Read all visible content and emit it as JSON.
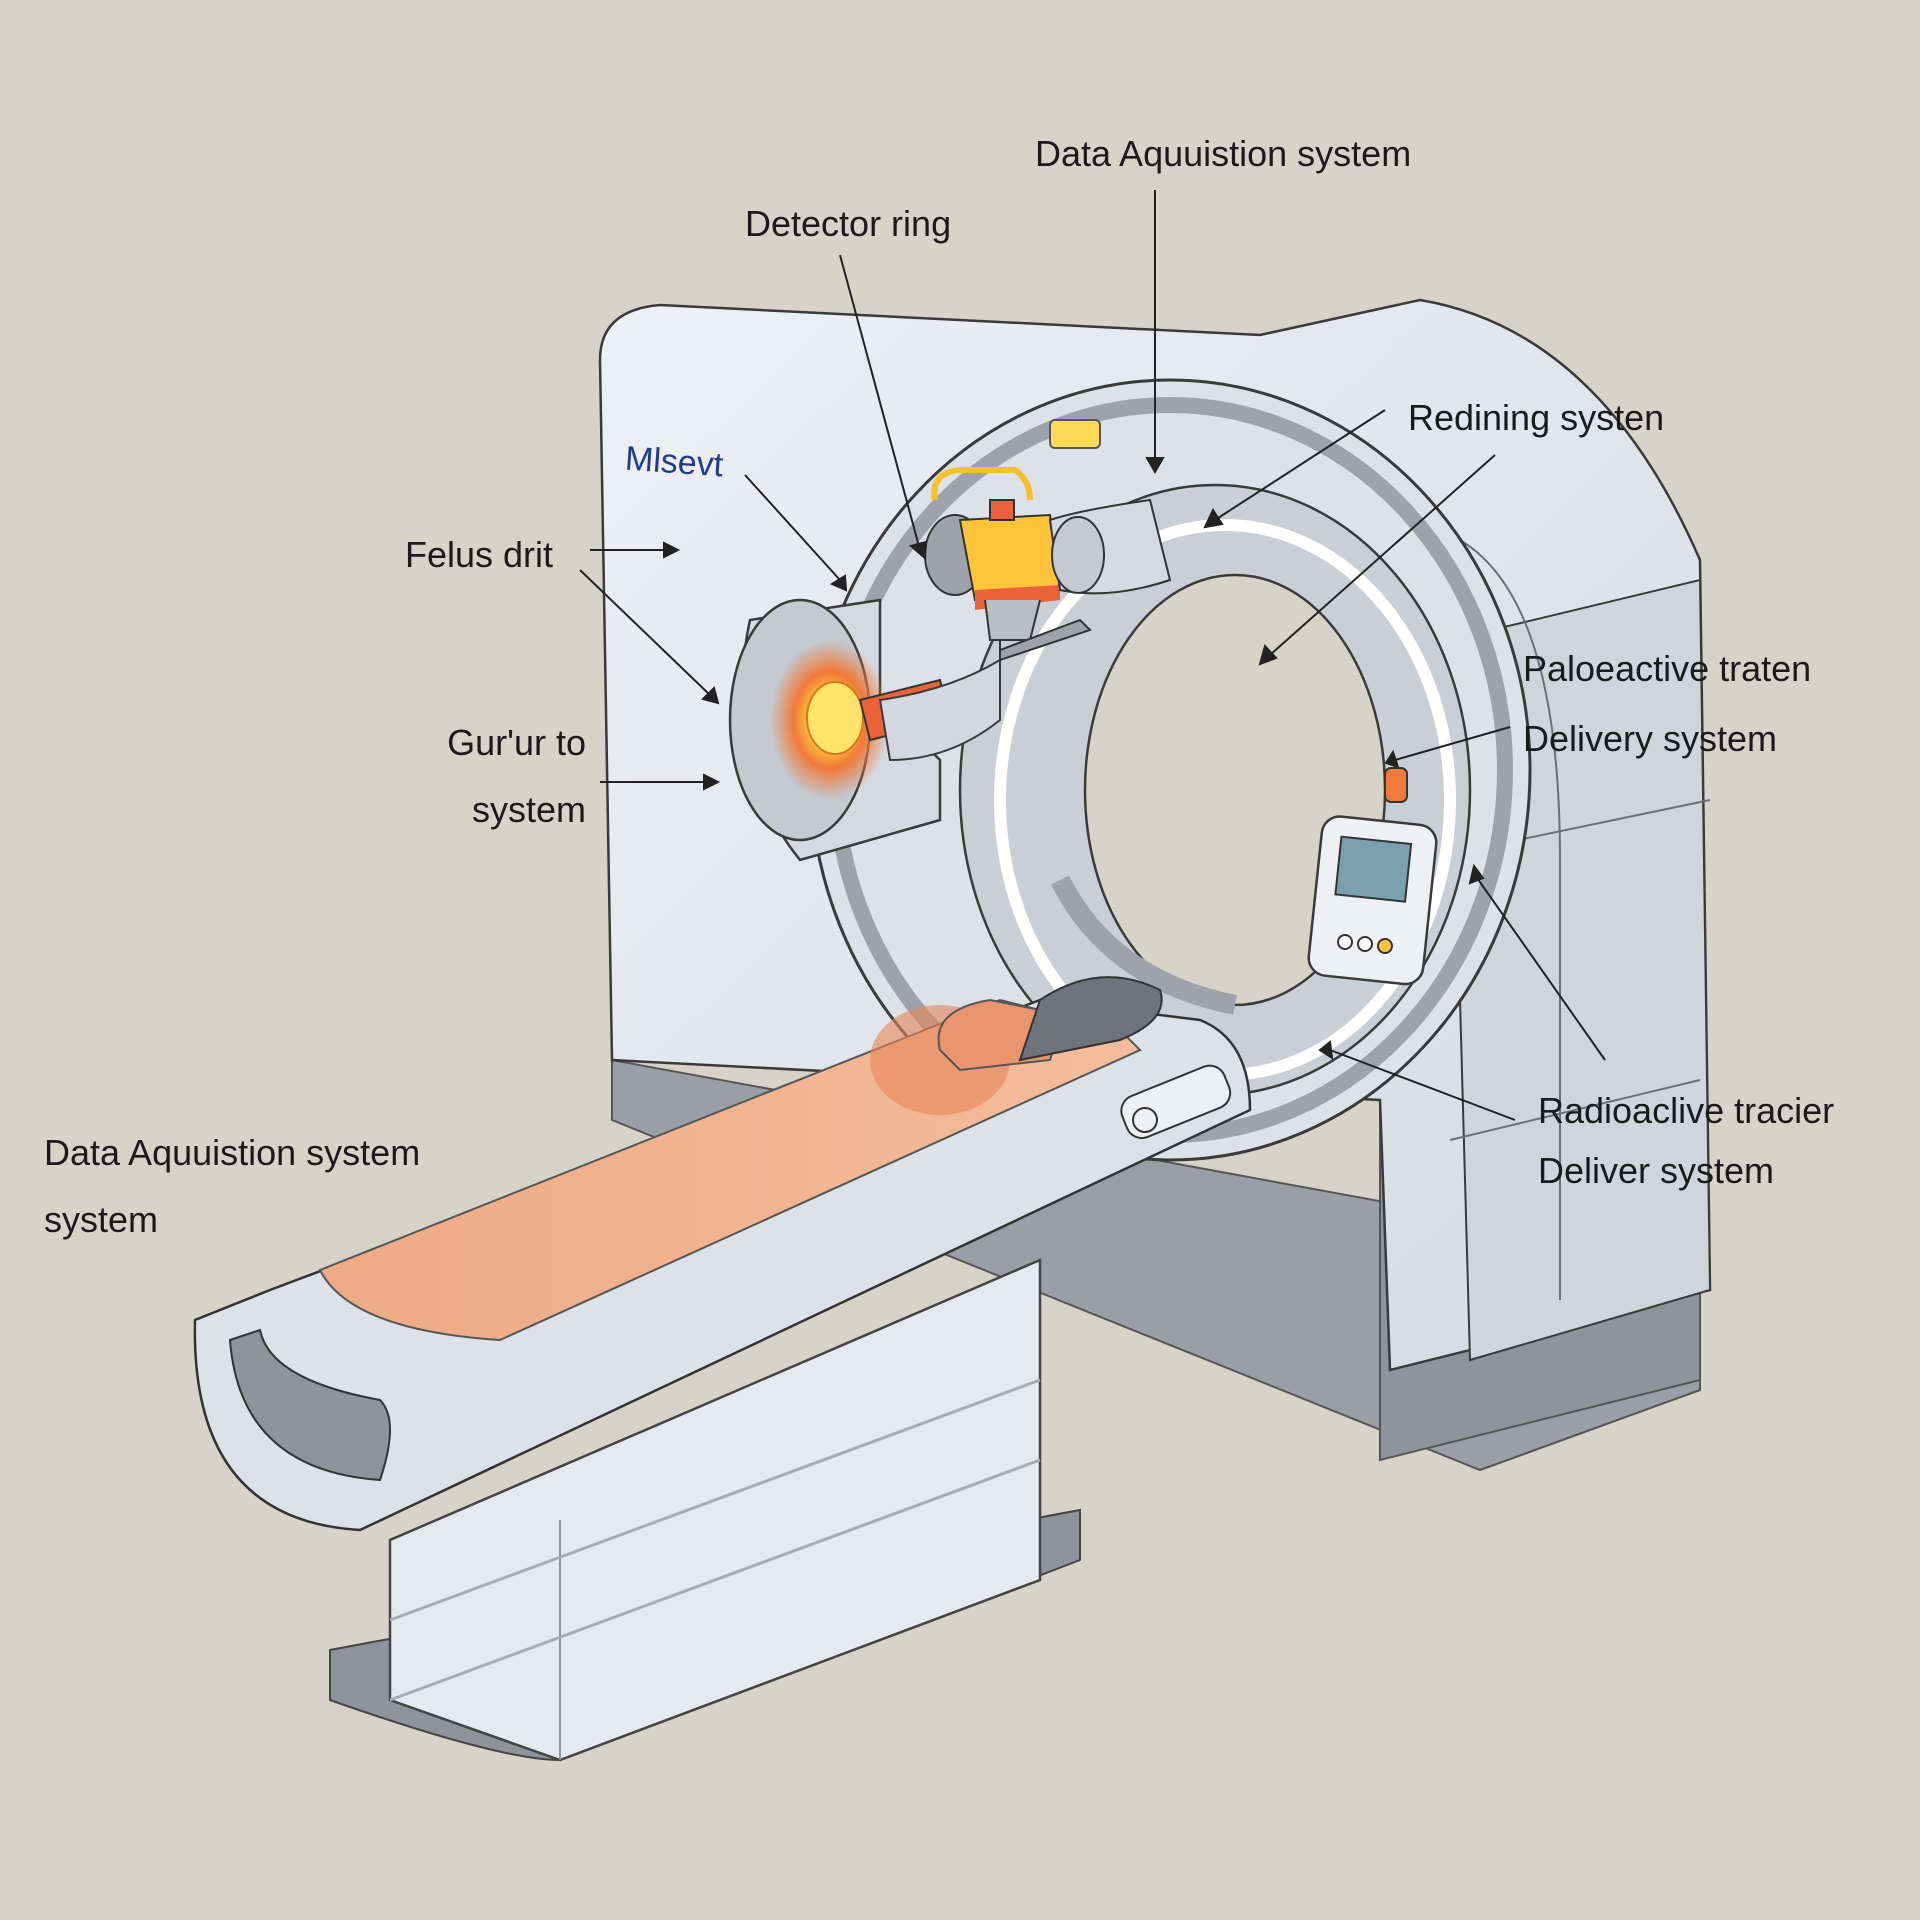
{
  "labels": {
    "data_acq_top": "Data Aquuistion system",
    "detector_ring": "Detector ring",
    "brand": "Mlsevt",
    "redining": "Redining systen",
    "felus": "Felus drit",
    "gurur_line1": "Gur'ur to",
    "gurur_line2": "system",
    "paloeactive_line1": "Paloeactive traten",
    "paloeactive_line2": "Delivery system",
    "data_acq_left_line1": "Data Aquuistion system",
    "data_acq_left_line2": "system",
    "radioactive_line1": "Radioaclive tracier",
    "radioactive_line2": "Deliver system"
  },
  "colors": {
    "background": "#d6d3c9",
    "body": "#e6e9ef",
    "shadow": "#8f939b",
    "pad": "#f0b08e",
    "glow": "#f07a3a",
    "brand": "#1f3b8a"
  }
}
